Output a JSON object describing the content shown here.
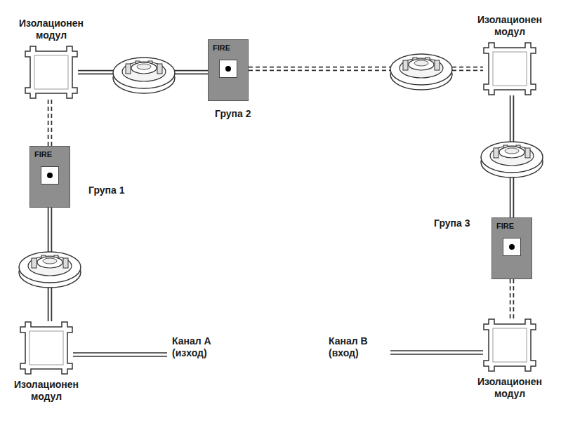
{
  "diagram": {
    "nodes": [
      {
        "text": [
          "Изолационен модул"
        ]
      },
      {
        "text": [
          "FIRE"
        ]
      },
      {
        "text": [
          "Изолационен модул"
        ]
      },
      {
        "text": [
          "FIRE"
        ]
      },
      {
        "text": [
          "FIRE"
        ]
      },
      {
        "text": [
          "Изолационен модул"
        ]
      },
      {
        "text": [
          "Изолационен модул"
        ]
      }
    ],
    "edges": [
      {
        "from": 5,
        "to": 3,
        "arrow": "none"
      },
      {
        "from": 3,
        "to": 0,
        "arrow": "none"
      },
      {
        "from": 0,
        "to": 1,
        "arrow": "none"
      },
      {
        "from": 1,
        "to": 2,
        "arrow": "none"
      },
      {
        "from": 2,
        "to": 4,
        "arrow": "none"
      },
      {
        "from": 4,
        "to": 6,
        "arrow": "none"
      }
    ],
    "labels": [
      "Група 2",
      "Група 1",
      "Група 3",
      "Канал A (изход)",
      "Канал B (вход)"
    ]
  }
}
